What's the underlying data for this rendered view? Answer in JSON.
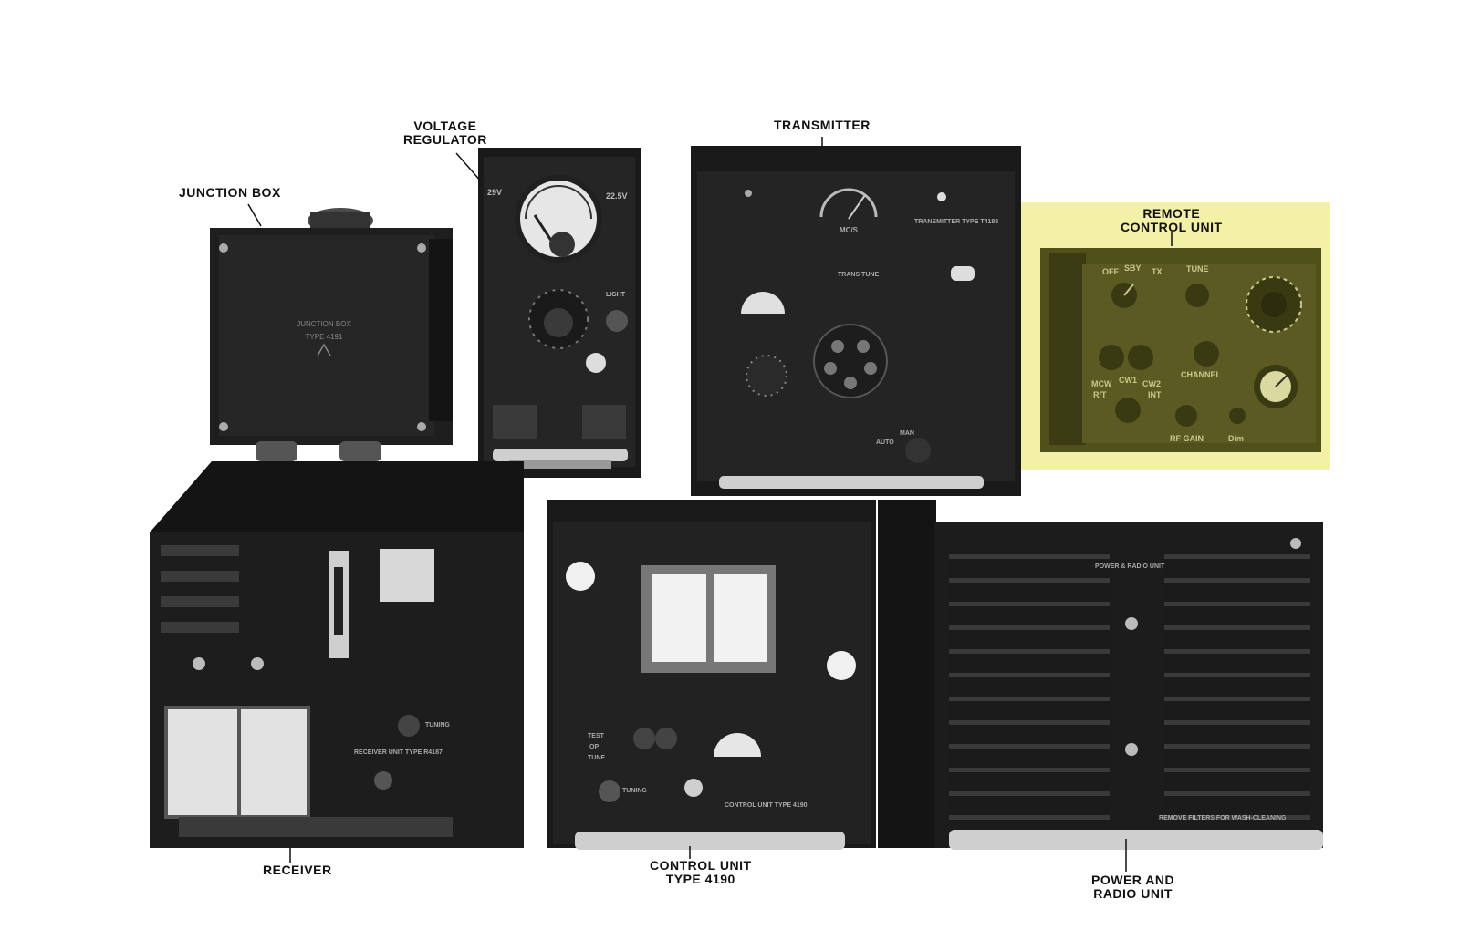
{
  "labels": {
    "junction_box": "JUNCTION BOX",
    "voltage_regulator": [
      "VOLTAGE",
      "REGULATOR"
    ],
    "transmitter": "TRANSMITTER",
    "remote_control_unit": [
      "REMOTE",
      "CONTROL UNIT"
    ],
    "receiver": "RECEIVER",
    "control_unit": [
      "CONTROL UNIT",
      "TYPE 4190"
    ],
    "power_radio_unit": [
      "POWER AND",
      "RADIO UNIT"
    ]
  },
  "panel_text": {
    "remote": {
      "off": "OFF",
      "sby": "SBY",
      "tx": "TX",
      "tune": "TUNE",
      "mcw": "MCW",
      "cw1": "CW1",
      "cw2": "CW2",
      "rt": "R/T",
      "int": "INT",
      "channel": "CHANNEL",
      "rf_gain": "RF GAIN",
      "dim": "Dim"
    },
    "voltage_regulator": {
      "v29": "29V",
      "v225": "22.5V",
      "light": "LIGHT"
    },
    "transmitter": {
      "nameplate": "TRANSMITTER TYPE T4188",
      "mcps": "MC/S",
      "trans_tune": "TRANS TUNE",
      "man": "MAN",
      "auto": "AUTO"
    },
    "receiver": {
      "tuning": "TUNING",
      "nameplate": "RECEIVER UNIT TYPE R4187"
    },
    "control_unit": {
      "test": "TEST",
      "op": "OP",
      "tune": "TUNE",
      "tuning": "TUNING",
      "nameplate": "CONTROL UNIT TYPE 4190"
    },
    "power_radio": {
      "nameplate": "POWER & RADIO UNIT",
      "footer": "REMOVE FILTERS FOR WASH-CLEANING"
    }
  },
  "colors": {
    "highlight": "#f3f1a6",
    "equipment": "#1f1f1f",
    "equipment_dark": "#121212",
    "panel_face": "#262626",
    "highlight_overlay": "#50501a",
    "line": "#111111"
  }
}
